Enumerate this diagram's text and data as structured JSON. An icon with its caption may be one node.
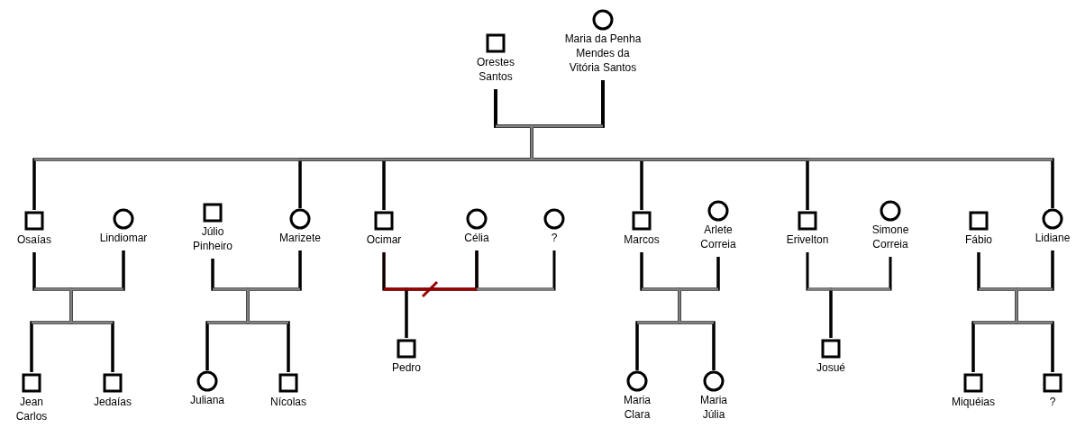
{
  "diagram": {
    "nodes": [
      {
        "text": [],
        "shape": "box",
        "beside": [
          "Orestes Santos"
        ]
      },
      {
        "text": [],
        "shape": "circle",
        "beside": [
          "Maria da Penha Mendes da Vitória Santos"
        ]
      },
      {
        "text": [],
        "shape": "box",
        "beside": [
          "Osaías"
        ]
      },
      {
        "text": [],
        "shape": "circle",
        "beside": [
          "Lindiomar"
        ]
      },
      {
        "text": [],
        "shape": "box",
        "beside": [
          "Júlio Pinheiro"
        ]
      },
      {
        "text": [],
        "shape": "circle",
        "beside": [
          "Marizete"
        ]
      },
      {
        "text": [],
        "shape": "box",
        "beside": [
          "Ocimar"
        ]
      },
      {
        "text": [],
        "shape": "circle",
        "beside": [
          "Célia"
        ]
      },
      {
        "text": [],
        "shape": "circle",
        "beside": [
          "?"
        ]
      },
      {
        "text": [],
        "shape": "box",
        "beside": [
          "Marcos"
        ]
      },
      {
        "text": [],
        "shape": "circle",
        "beside": [
          "Arlete Correia"
        ]
      },
      {
        "text": [],
        "shape": "box",
        "beside": [
          "Erivelton"
        ]
      },
      {
        "text": [],
        "shape": "circle",
        "beside": [
          "Simone Correia"
        ]
      },
      {
        "text": [],
        "shape": "box",
        "beside": [
          "Fábio"
        ]
      },
      {
        "text": [],
        "shape": "circle",
        "beside": [
          "Lidiane"
        ]
      },
      {
        "text": [],
        "shape": "box",
        "beside": [
          "Jean Carlos"
        ]
      },
      {
        "text": [],
        "shape": "box",
        "beside": [
          "Jedaías"
        ]
      },
      {
        "text": [],
        "shape": "circle",
        "beside": [
          "Juliana"
        ]
      },
      {
        "text": [],
        "shape": "box",
        "beside": [
          "Nícolas"
        ]
      },
      {
        "text": [],
        "shape": "box",
        "beside": [
          "Pedro"
        ]
      },
      {
        "text": [],
        "shape": "circle",
        "beside": [
          "Maria Clara"
        ]
      },
      {
        "text": [],
        "shape": "circle",
        "beside": [
          "Maria Júlia"
        ]
      },
      {
        "text": [],
        "shape": "box",
        "beside": [
          "Josué"
        ]
      },
      {
        "text": [],
        "shape": "box",
        "beside": [
          "Miquéias"
        ]
      },
      {
        "text": [],
        "shape": "box",
        "beside": [
          "?"
        ]
      }
    ],
    "edges": [
      {
        "from": 0,
        "to": 2,
        "arrow": "none"
      },
      {
        "from": 1,
        "to": 2,
        "arrow": "none"
      },
      {
        "from": 0,
        "to": 5,
        "arrow": "none"
      },
      {
        "from": 1,
        "to": 5,
        "arrow": "none"
      },
      {
        "from": 0,
        "to": 6,
        "arrow": "none"
      },
      {
        "from": 1,
        "to": 6,
        "arrow": "none"
      },
      {
        "from": 0,
        "to": 9,
        "arrow": "none"
      },
      {
        "from": 1,
        "to": 9,
        "arrow": "none"
      },
      {
        "from": 0,
        "to": 11,
        "arrow": "none"
      },
      {
        "from": 1,
        "to": 11,
        "arrow": "none"
      },
      {
        "from": 0,
        "to": 14,
        "arrow": "none"
      },
      {
        "from": 1,
        "to": 14,
        "arrow": "none"
      },
      {
        "from": 2,
        "to": 15,
        "arrow": "none"
      },
      {
        "from": 3,
        "to": 15,
        "arrow": "none"
      },
      {
        "from": 2,
        "to": 16,
        "arrow": "none"
      },
      {
        "from": 3,
        "to": 16,
        "arrow": "none"
      },
      {
        "from": 4,
        "to": 17,
        "arrow": "none"
      },
      {
        "from": 5,
        "to": 17,
        "arrow": "none"
      },
      {
        "from": 4,
        "to": 18,
        "arrow": "none"
      },
      {
        "from": 5,
        "to": 18,
        "arrow": "none"
      },
      {
        "from": 6,
        "to": 7,
        "arrow": "none",
        "color": "#990000"
      },
      {
        "from": 6,
        "to": 19,
        "arrow": "none"
      },
      {
        "from": 7,
        "to": 19,
        "arrow": "none"
      },
      {
        "from": 7,
        "to": 8,
        "arrow": "none"
      },
      {
        "from": 9,
        "to": 20,
        "arrow": "none"
      },
      {
        "from": 10,
        "to": 20,
        "arrow": "none"
      },
      {
        "from": 9,
        "to": 21,
        "arrow": "none"
      },
      {
        "from": 10,
        "to": 21,
        "arrow": "none"
      },
      {
        "from": 11,
        "to": 22,
        "arrow": "none"
      },
      {
        "from": 12,
        "to": 22,
        "arrow": "none"
      },
      {
        "from": 13,
        "to": 23,
        "arrow": "none"
      },
      {
        "from": 14,
        "to": 23,
        "arrow": "none"
      },
      {
        "from": 13,
        "to": 24,
        "arrow": "none"
      },
      {
        "from": 14,
        "to": 24,
        "arrow": "none"
      }
    ]
  }
}
